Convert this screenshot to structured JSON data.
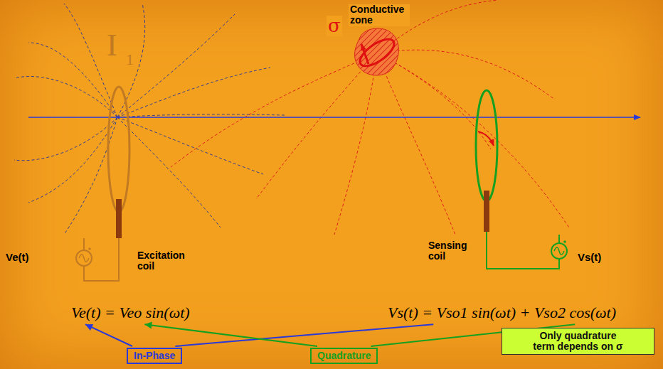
{
  "diagram": {
    "nodes": [
      {
        "text": [
          "In-Phase"
        ]
      },
      {
        "text": [
          "Quadrature"
        ]
      },
      {
        "text": [
          "Only quadrature term depends on σ"
        ]
      }
    ],
    "labels": [
      "I",
      "1",
      "σ",
      "Conductive zone",
      "Ve(t)",
      "Excitation coil",
      "Sensing coil",
      "Vs(t)",
      "Ve(t) = Veo sin(ωt)",
      "Vs(t) = Vso1 sin(ωt) + Vso2 cos(ωt)"
    ]
  }
}
